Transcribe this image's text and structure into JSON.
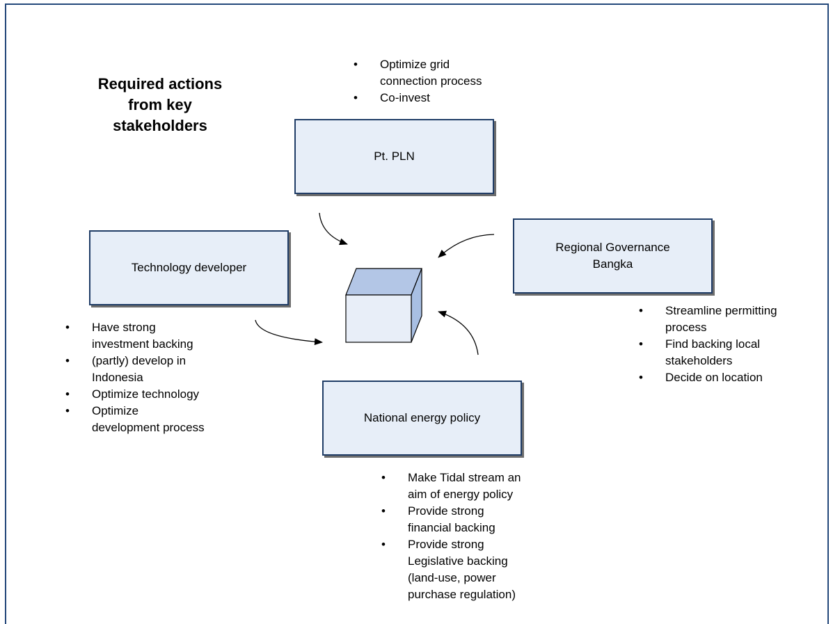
{
  "title": [
    "Required actions",
    "from key",
    "stakeholders"
  ],
  "nodes": {
    "pln": {
      "lines": [
        "Pt. PLN"
      ]
    },
    "tech": {
      "lines": [
        "Technology developer"
      ]
    },
    "regional": {
      "lines": [
        "Regional Governance",
        "Bangka"
      ]
    },
    "national": {
      "lines": [
        "National energy policy"
      ]
    }
  },
  "actions": {
    "pln": [
      [
        "Optimize grid",
        "connection process"
      ],
      [
        "Co-invest"
      ]
    ],
    "tech": [
      [
        "Have strong",
        "investment backing"
      ],
      [
        "(partly) develop in",
        "Indonesia"
      ],
      [
        "Optimize technology"
      ],
      [
        "Optimize",
        "development process"
      ]
    ],
    "regional": [
      [
        "Streamline permitting",
        "process"
      ],
      [
        "Find backing local",
        "stakeholders"
      ],
      [
        "Decide on location"
      ]
    ],
    "national": [
      [
        "Make Tidal stream an",
        "aim of energy policy"
      ],
      [
        "Provide strong",
        "financial backing"
      ],
      [
        "Provide strong",
        "Legislative backing",
        "(land-use, power",
        "purchase regulation)"
      ]
    ]
  },
  "colors": {
    "frame": "#23477a",
    "box_fill": "#e7eef8",
    "box_border": "#1f3c66",
    "cube_front": "#e8eef8",
    "cube_top": "#b3c6e6",
    "cube_side": "#a8bfe3"
  }
}
